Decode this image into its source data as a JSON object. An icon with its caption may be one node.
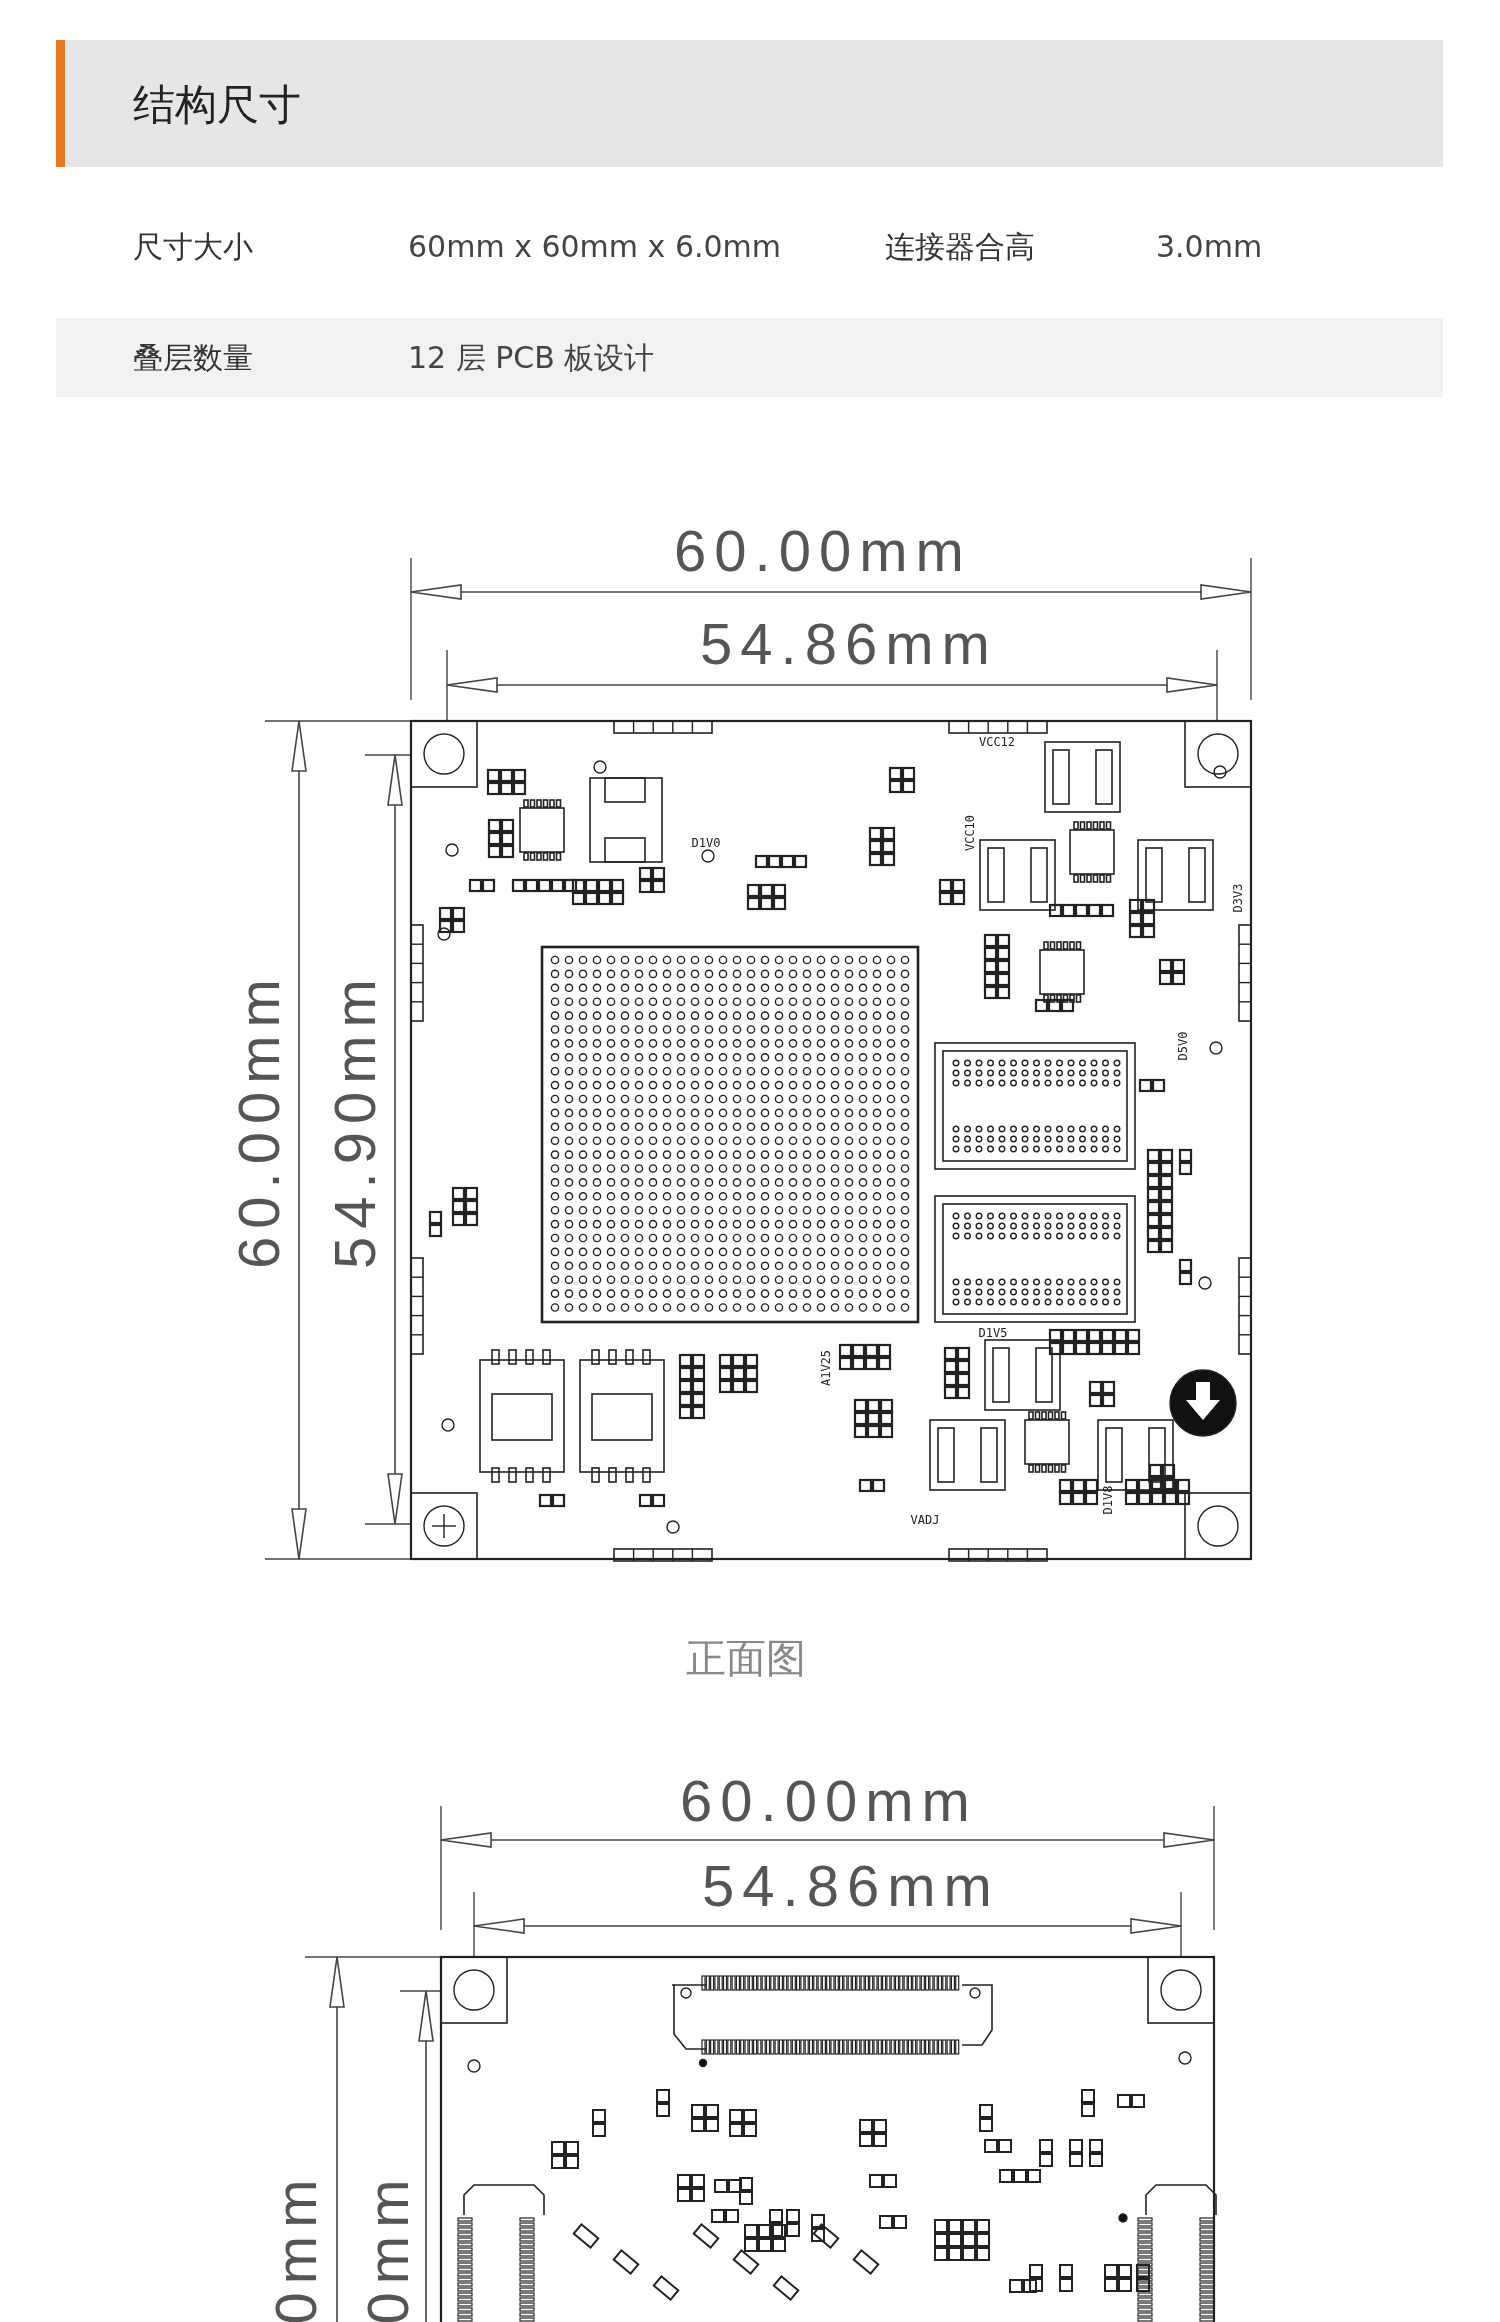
{
  "diagram": {
    "title": "结构尺寸",
    "labels": [
      "尺寸大小",
      "60mm x 60mm x 6.0mm",
      "连接器合高",
      "3.0mm",
      "叠层数量",
      "12 层 PCB 板设计",
      "60.00mm",
      "54.86mm",
      "60.00mm",
      "54.90mm",
      "VCC12",
      "VCC10",
      "D1V0",
      "D3V3",
      "D5V0",
      "D1V5",
      "A1V25",
      "D1V8",
      "VADJ",
      "正面图",
      "60.00mm",
      "54.86mm",
      "0mm",
      "0mm"
    ]
  }
}
